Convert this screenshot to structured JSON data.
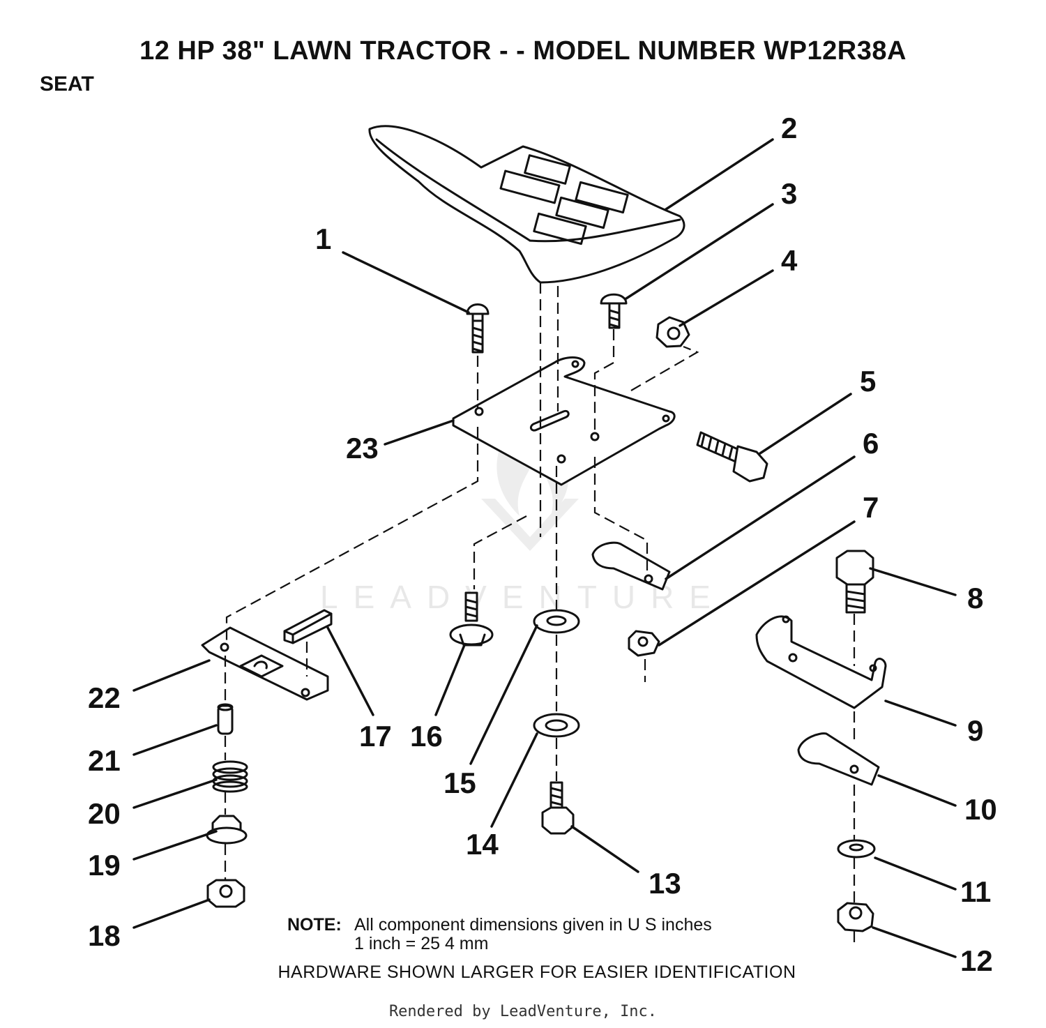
{
  "title": "12 HP 38\" LAWN TRACTOR - - MODEL NUMBER WP12R38A",
  "section": "SEAT",
  "watermark": "LEADVENTURE",
  "callouts": {
    "c1": "1",
    "c2": "2",
    "c3": "3",
    "c4": "4",
    "c5": "5",
    "c6": "6",
    "c7": "7",
    "c8": "8",
    "c9": "9",
    "c10": "10",
    "c11": "11",
    "c12": "12",
    "c13": "13",
    "c14": "14",
    "c15": "15",
    "c16": "16",
    "c17": "17",
    "c18": "18",
    "c19": "19",
    "c20": "20",
    "c21": "21",
    "c22": "22",
    "c23": "23"
  },
  "note": {
    "label": "NOTE:",
    "line1": "All component dimensions given in U S  inches",
    "line2": "1 inch = 25 4 mm"
  },
  "hardware_note": "HARDWARE SHOWN LARGER FOR EASIER IDENTIFICATION",
  "footer": "Rendered by LeadVenture, Inc."
}
